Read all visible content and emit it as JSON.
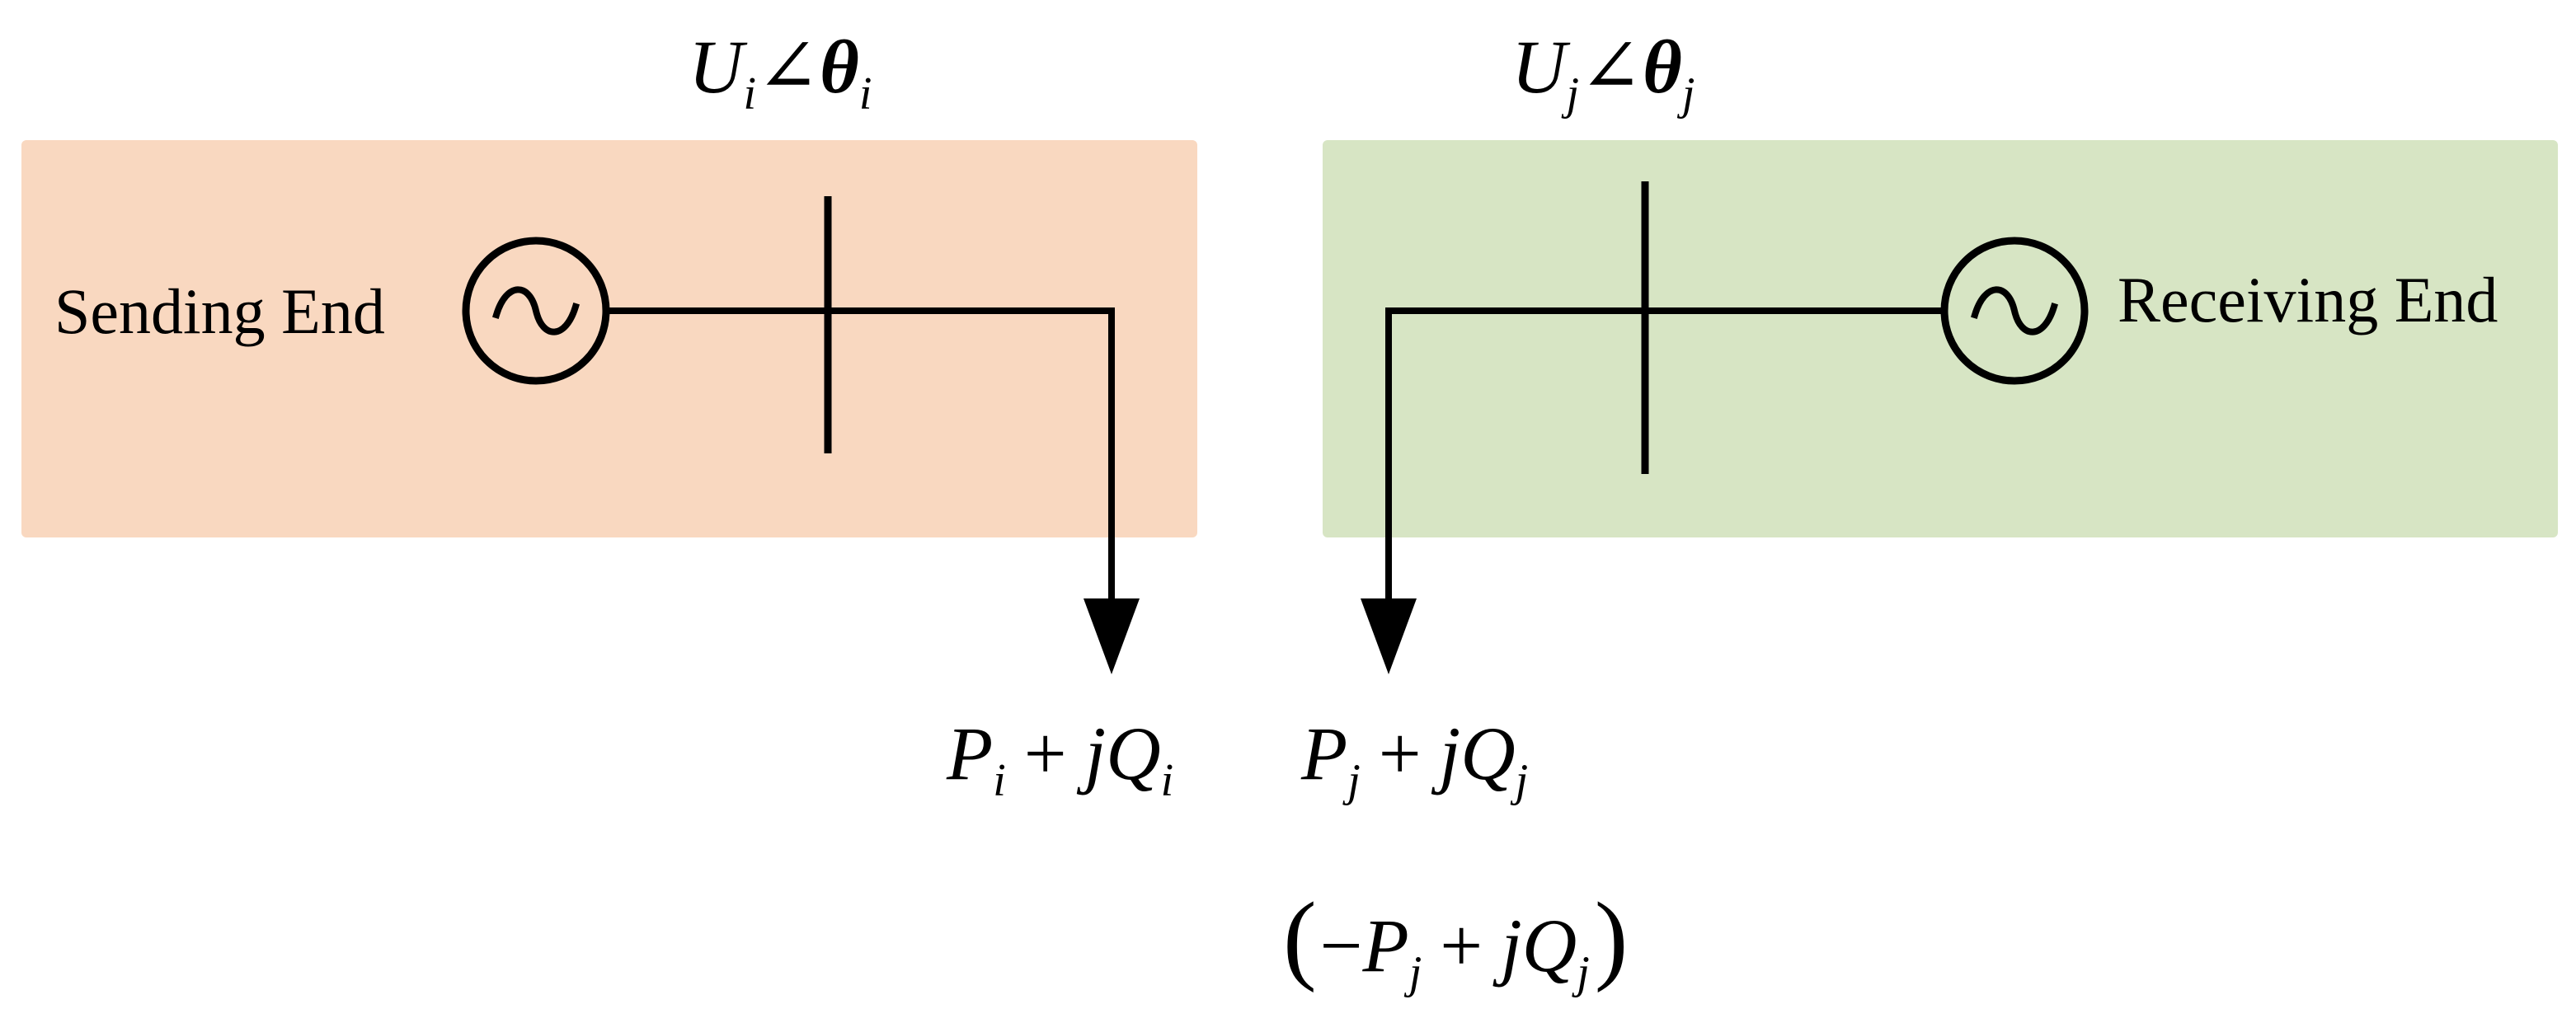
{
  "colors": {
    "sending_fill": "#f9d8c0",
    "receiving_fill": "#d7e5c4",
    "line": "#000000"
  },
  "sending": {
    "label": "Sending End",
    "voltage": {
      "var": "U",
      "sub": "i",
      "angle_sym": "∠",
      "angle_var": "θ",
      "angle_sub": "i"
    },
    "flow": {
      "var1": "P",
      "sub1": "i",
      "op": "+",
      "j": "j",
      "var2": "Q",
      "sub2": "i"
    }
  },
  "receiving": {
    "label": "Receiving End",
    "voltage": {
      "var": "U",
      "sub": "j",
      "angle_sym": "∠",
      "angle_var": "θ",
      "angle_sub": "j"
    },
    "flow": {
      "var1": "P",
      "sub1": "j",
      "op": "+",
      "j": "j",
      "var2": "Q",
      "sub2": "j"
    },
    "alt_flow": {
      "open": "(",
      "minus": "−",
      "var1": "P",
      "sub1": "j",
      "op": "+",
      "j": "j",
      "var2": "Q",
      "sub2": "j",
      "close": ")"
    }
  },
  "icons": {
    "generator": "ac-source-icon",
    "bus": "busbar-icon",
    "arrow": "arrow-down-icon"
  }
}
